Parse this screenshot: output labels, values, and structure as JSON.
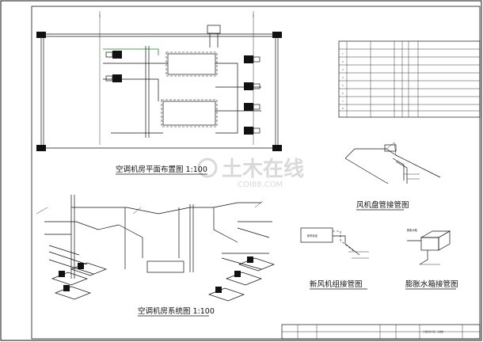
{
  "drawing": {
    "plan_title": "空调机房平面布置图 1:100",
    "system_title": "空调机房系统图 1:100",
    "fcu_title": "风机盘管接管图",
    "fresh_air_title": "新风机组接管图",
    "tank_title": "膨胀水箱接管图",
    "fresh_air_unit_label": "新风机组",
    "tank_label_top": "膨胀水箱",
    "watermark": "土木在线",
    "watermark_sub": "COI88.COM",
    "titleblock_name": "空调机房平面、系统图"
  },
  "table": {
    "rows": [
      "1",
      "2",
      "3",
      "4",
      "5",
      "6",
      "7",
      "8"
    ]
  }
}
